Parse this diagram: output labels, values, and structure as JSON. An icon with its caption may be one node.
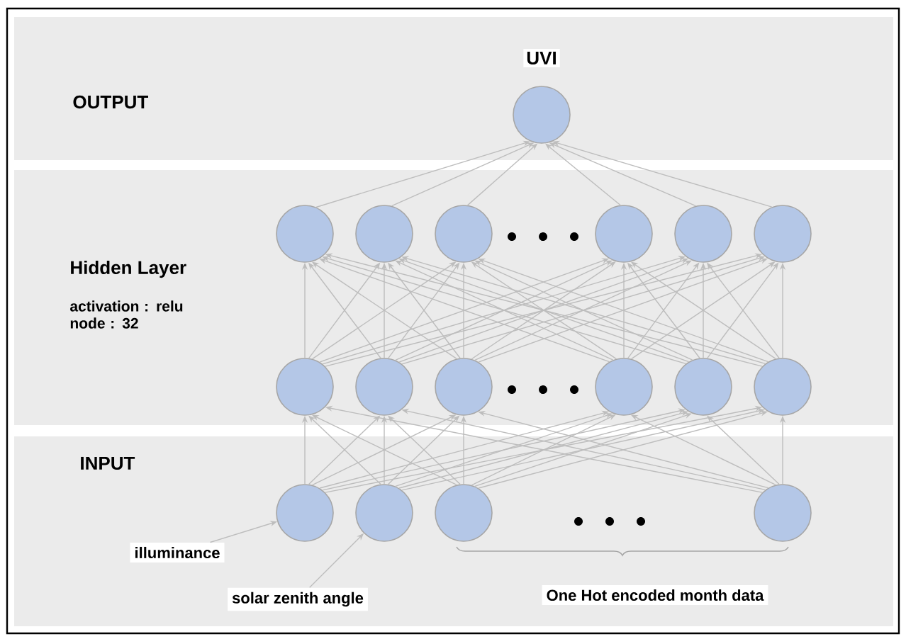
{
  "diagram": {
    "nodes": [
      {
        "text": [
          "OUTPUT"
        ]
      },
      {
        "text": [],
        "shape": "circle",
        "in": 0,
        "beside": [
          "UVI"
        ]
      },
      {
        "text": [
          "Hidden Layer",
          "activation : relu node : 32"
        ]
      },
      {
        "text": [],
        "shape": "circle",
        "in": 2
      },
      {
        "text": [],
        "shape": "circle",
        "in": 2
      },
      {
        "text": [],
        "shape": "circle",
        "in": 2
      },
      {
        "text": [],
        "shape": "circle",
        "in": 2
      },
      {
        "text": [],
        "shape": "circle",
        "in": 2
      },
      {
        "text": [],
        "shape": "circle",
        "in": 2
      },
      {
        "text": [],
        "shape": "circle",
        "in": 2
      },
      {
        "text": [],
        "shape": "circle",
        "in": 2
      },
      {
        "text": [],
        "shape": "circle",
        "in": 2
      },
      {
        "text": [],
        "shape": "circle",
        "in": 2
      },
      {
        "text": [],
        "shape": "circle",
        "in": 2
      },
      {
        "text": [],
        "shape": "circle",
        "in": 2
      },
      {
        "text": [
          "INPUT"
        ]
      },
      {
        "text": [],
        "shape": "circle",
        "in": 15
      },
      {
        "text": [],
        "shape": "circle",
        "in": 15
      },
      {
        "text": [],
        "shape": "circle",
        "in": 15
      },
      {
        "text": [],
        "shape": "circle",
        "in": 15
      },
      {
        "text": [
          "illuminance"
        ],
        "in": 15
      },
      {
        "text": [
          "solar zenith angle"
        ],
        "in": 15
      }
    ],
    "edges": [
      {
        "from": 3,
        "to": 1,
        "arrow": "to"
      },
      {
        "from": 4,
        "to": 1,
        "arrow": "to"
      },
      {
        "from": 5,
        "to": 1,
        "arrow": "to"
      },
      {
        "from": 6,
        "to": 1,
        "arrow": "to"
      },
      {
        "from": 7,
        "to": 1,
        "arrow": "to"
      },
      {
        "from": 8,
        "to": 1,
        "arrow": "to"
      },
      {
        "from": 9,
        "to": 3,
        "arrow": "to"
      },
      {
        "from": 9,
        "to": 4,
        "arrow": "to"
      },
      {
        "from": 9,
        "to": 5,
        "arrow": "to"
      },
      {
        "from": 9,
        "to": 6,
        "arrow": "to"
      },
      {
        "from": 9,
        "to": 7,
        "arrow": "to"
      },
      {
        "from": 9,
        "to": 8,
        "arrow": "to"
      },
      {
        "from": 10,
        "to": 3,
        "arrow": "to"
      },
      {
        "from": 10,
        "to": 4,
        "arrow": "to"
      },
      {
        "from": 10,
        "to": 5,
        "arrow": "to"
      },
      {
        "from": 10,
        "to": 6,
        "arrow": "to"
      },
      {
        "from": 10,
        "to": 7,
        "arrow": "to"
      },
      {
        "from": 10,
        "to": 8,
        "arrow": "to"
      },
      {
        "from": 11,
        "to": 3,
        "arrow": "to"
      },
      {
        "from": 11,
        "to": 4,
        "arrow": "to"
      },
      {
        "from": 11,
        "to": 5,
        "arrow": "to"
      },
      {
        "from": 11,
        "to": 6,
        "arrow": "to"
      },
      {
        "from": 11,
        "to": 7,
        "arrow": "to"
      },
      {
        "from": 11,
        "to": 8,
        "arrow": "to"
      },
      {
        "from": 12,
        "to": 3,
        "arrow": "to"
      },
      {
        "from": 12,
        "to": 4,
        "arrow": "to"
      },
      {
        "from": 12,
        "to": 5,
        "arrow": "to"
      },
      {
        "from": 12,
        "to": 6,
        "arrow": "to"
      },
      {
        "from": 12,
        "to": 7,
        "arrow": "to"
      },
      {
        "from": 12,
        "to": 8,
        "arrow": "to"
      },
      {
        "from": 13,
        "to": 3,
        "arrow": "to"
      },
      {
        "from": 13,
        "to": 4,
        "arrow": "to"
      },
      {
        "from": 13,
        "to": 5,
        "arrow": "to"
      },
      {
        "from": 13,
        "to": 6,
        "arrow": "to"
      },
      {
        "from": 13,
        "to": 7,
        "arrow": "to"
      },
      {
        "from": 13,
        "to": 8,
        "arrow": "to"
      },
      {
        "from": 14,
        "to": 3,
        "arrow": "to"
      },
      {
        "from": 14,
        "to": 4,
        "arrow": "to"
      },
      {
        "from": 14,
        "to": 5,
        "arrow": "to"
      },
      {
        "from": 14,
        "to": 6,
        "arrow": "to"
      },
      {
        "from": 14,
        "to": 7,
        "arrow": "to"
      },
      {
        "from": 14,
        "to": 8,
        "arrow": "to"
      },
      {
        "from": 16,
        "to": 9,
        "arrow": "to"
      },
      {
        "from": 16,
        "to": 10,
        "arrow": "to"
      },
      {
        "from": 16,
        "to": 11,
        "arrow": "to"
      },
      {
        "from": 16,
        "to": 12,
        "arrow": "to"
      },
      {
        "from": 16,
        "to": 13,
        "arrow": "to"
      },
      {
        "from": 16,
        "to": 14,
        "arrow": "to"
      },
      {
        "from": 17,
        "to": 9,
        "arrow": "to"
      },
      {
        "from": 17,
        "to": 10,
        "arrow": "to"
      },
      {
        "from": 17,
        "to": 11,
        "arrow": "to"
      },
      {
        "from": 17,
        "to": 12,
        "arrow": "to"
      },
      {
        "from": 17,
        "to": 13,
        "arrow": "to"
      },
      {
        "from": 17,
        "to": 14,
        "arrow": "to"
      },
      {
        "from": 18,
        "to": 9,
        "arrow": "to"
      },
      {
        "from": 18,
        "to": 10,
        "arrow": "to"
      },
      {
        "from": 18,
        "to": 11,
        "arrow": "to"
      },
      {
        "from": 18,
        "to": 12,
        "arrow": "to"
      },
      {
        "from": 18,
        "to": 13,
        "arrow": "to"
      },
      {
        "from": 18,
        "to": 14,
        "arrow": "to"
      },
      {
        "from": 19,
        "to": 9,
        "arrow": "to"
      },
      {
        "from": 19,
        "to": 10,
        "arrow": "to"
      },
      {
        "from": 19,
        "to": 11,
        "arrow": "to"
      },
      {
        "from": 19,
        "to": 12,
        "arrow": "to"
      },
      {
        "from": 19,
        "to": 13,
        "arrow": "to"
      },
      {
        "from": 19,
        "to": 14,
        "arrow": "to"
      },
      {
        "from": 20,
        "to": 16,
        "arrow": "to"
      },
      {
        "from": 21,
        "to": 17,
        "arrow": "to"
      }
    ],
    "labels": [
      "One Hot encoded month data"
    ]
  }
}
